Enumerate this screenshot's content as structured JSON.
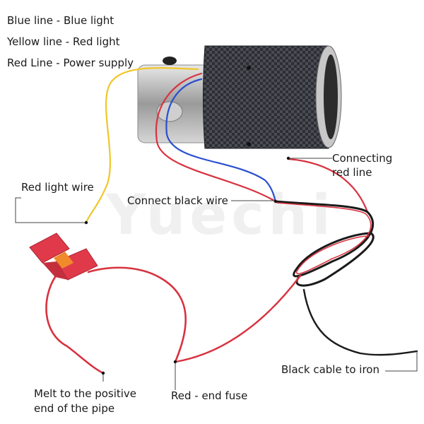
{
  "watermark": "Yuechi",
  "legend": [
    {
      "text": "Blue line - Blue light"
    },
    {
      "text": "Yellow line - Red light"
    },
    {
      "text": "Red Line - Power supply"
    }
  ],
  "labels": {
    "connecting_line1": "Connecting",
    "connecting_line2": "red line",
    "red_light_wire": "Red light wire",
    "connect_black": "Connect black wire",
    "black_cable": "Black cable to iron",
    "red_end_fuse": "Red - end fuse",
    "melt_line1": "Melt to the positive",
    "melt_line2": "end of the pipe"
  },
  "colors": {
    "wire_red": "#d8323f",
    "wire_blue": "#2a4fcf",
    "wire_yellow": "#f0c62a",
    "wire_black": "#1a1a1a",
    "carbon_dark": "#2a2c30",
    "fuse_red": "#e03a4a",
    "fuse_orange": "#f08a2a"
  }
}
